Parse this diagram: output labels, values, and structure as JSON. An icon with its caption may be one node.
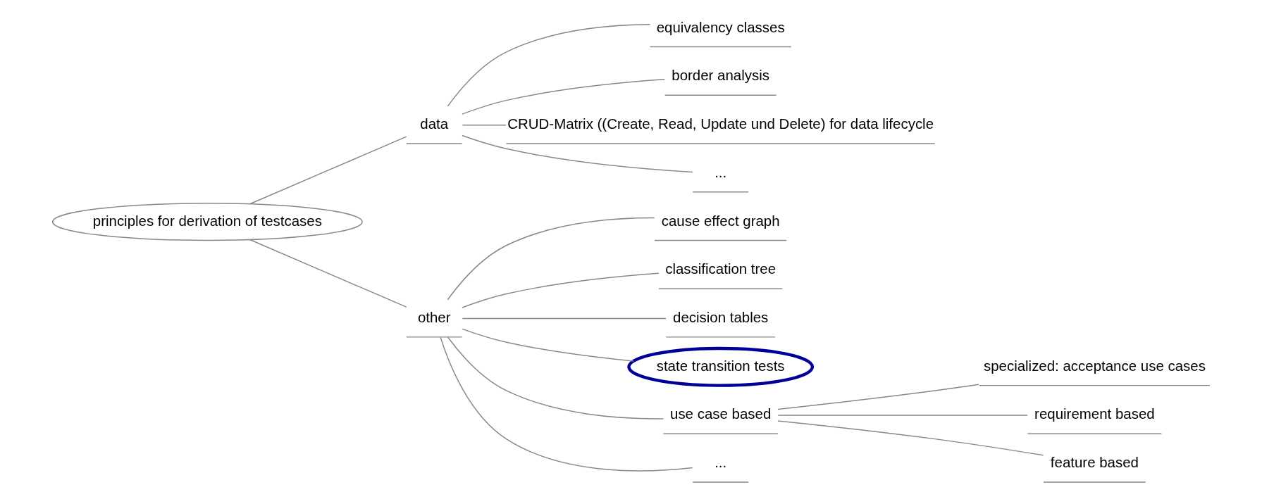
{
  "diagram": {
    "nodes": [
      {
        "text": [
          "principles for derivation of testcases"
        ]
      },
      {
        "text": [
          "data"
        ]
      },
      {
        "text": [
          "equivalency classes"
        ]
      },
      {
        "text": [
          "border analysis"
        ]
      },
      {
        "text": [
          "CRUD-Matrix ((Create, Read, Update und Delete) for data lifecycle"
        ]
      },
      {
        "text": [
          "..."
        ]
      },
      {
        "text": [
          "other"
        ]
      },
      {
        "text": [
          "cause effect graph"
        ]
      },
      {
        "text": [
          "classification tree"
        ]
      },
      {
        "text": [
          "decision tables"
        ]
      },
      {
        "text": [
          "state transition tests"
        ]
      },
      {
        "text": [
          "use case based"
        ]
      },
      {
        "text": [
          "specialized: acceptance use cases"
        ]
      },
      {
        "text": [
          "requirement based"
        ]
      },
      {
        "text": [
          "feature based"
        ]
      },
      {
        "text": [
          "..."
        ]
      }
    ],
    "edges": [
      {
        "from": 0,
        "to": 1,
        "arrow": "none"
      },
      {
        "from": 1,
        "to": 2,
        "arrow": "none"
      },
      {
        "from": 1,
        "to": 3,
        "arrow": "none"
      },
      {
        "from": 1,
        "to": 4,
        "arrow": "none"
      },
      {
        "from": 1,
        "to": 5,
        "arrow": "none"
      },
      {
        "from": 0,
        "to": 6,
        "arrow": "none"
      },
      {
        "from": 6,
        "to": 7,
        "arrow": "none"
      },
      {
        "from": 6,
        "to": 8,
        "arrow": "none"
      },
      {
        "from": 6,
        "to": 9,
        "arrow": "none"
      },
      {
        "from": 6,
        "to": 10,
        "arrow": "none"
      },
      {
        "from": 6,
        "to": 11,
        "arrow": "none"
      },
      {
        "from": 11,
        "to": 12,
        "arrow": "none"
      },
      {
        "from": 11,
        "to": 13,
        "arrow": "none"
      },
      {
        "from": 11,
        "to": 14,
        "arrow": "none"
      },
      {
        "from": 6,
        "to": 15,
        "arrow": "none"
      }
    ]
  }
}
